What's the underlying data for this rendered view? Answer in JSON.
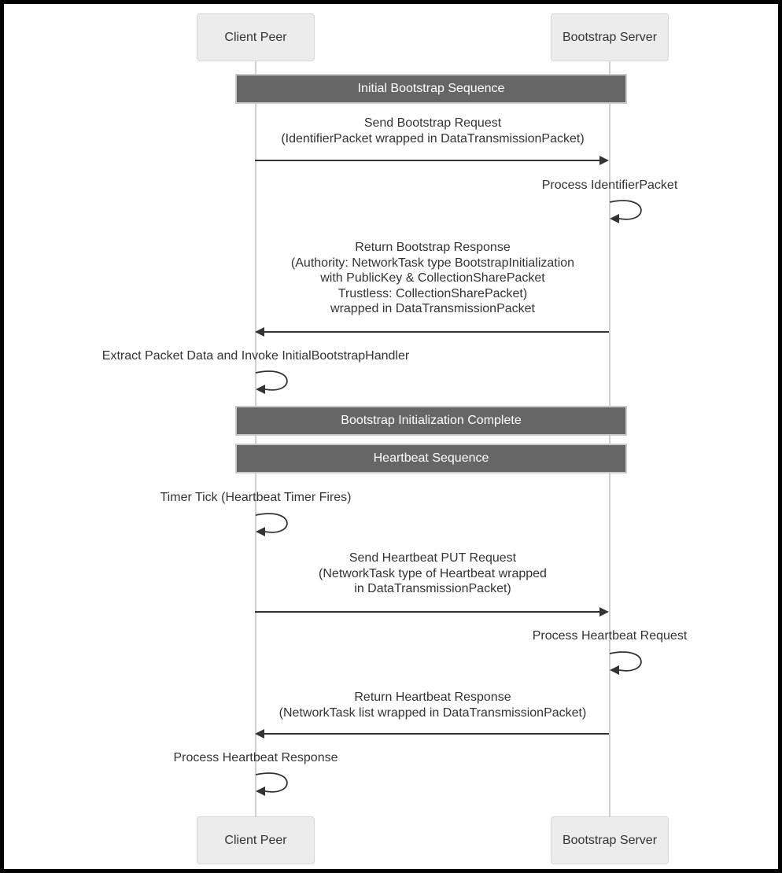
{
  "diagram_type": "sequence-diagram",
  "theme": {
    "background": "#ffffff",
    "frame_color": "#000000",
    "actor_fill": "#ececec",
    "actor_border": "#d7d7d7",
    "section_fill": "#666666",
    "section_border": "#c9c9c9",
    "section_text_color": "#ffffff",
    "lifeline_color": "#d0d0d0",
    "arrow_color": "#333333",
    "text_color": "#333333"
  },
  "actors": {
    "client": {
      "label": "Client Peer"
    },
    "server": {
      "label": "Bootstrap Server"
    }
  },
  "sections": {
    "s1": {
      "label": "Initial Bootstrap Sequence"
    },
    "s2": {
      "label": "Bootstrap Initialization Complete"
    },
    "s3": {
      "label": "Heartbeat Sequence"
    }
  },
  "messages": {
    "m1": {
      "from": "Client Peer",
      "to": "Bootstrap Server",
      "kind": "solid-arrow",
      "text": "Send Bootstrap Request\n(IdentifierPacket wrapped in DataTransmissionPacket)"
    },
    "m2": {
      "actor": "Bootstrap Server",
      "kind": "self-message",
      "text": "Process IdentifierPacket"
    },
    "m3": {
      "from": "Bootstrap Server",
      "to": "Client Peer",
      "kind": "solid-arrow",
      "text": "Return Bootstrap Response\n(Authority: NetworkTask type BootstrapInitialization\nwith PublicKey & CollectionSharePacket\nTrustless: CollectionSharePacket)\nwrapped in DataTransmissionPacket"
    },
    "m4": {
      "actor": "Client Peer",
      "kind": "self-message",
      "text": "Extract Packet Data and Invoke InitialBootstrapHandler"
    },
    "m5": {
      "actor": "Client Peer",
      "kind": "self-message",
      "text": "Timer Tick (Heartbeat Timer Fires)"
    },
    "m6": {
      "from": "Client Peer",
      "to": "Bootstrap Server",
      "kind": "solid-arrow",
      "text": "Send Heartbeat PUT Request\n(NetworkTask type of Heartbeat wrapped\nin DataTransmissionPacket)"
    },
    "m7": {
      "actor": "Bootstrap Server",
      "kind": "self-message",
      "text": "Process Heartbeat Request"
    },
    "m8": {
      "from": "Bootstrap Server",
      "to": "Client Peer",
      "kind": "solid-arrow",
      "text": "Return Heartbeat Response\n(NetworkTask list wrapped in DataTransmissionPacket)"
    },
    "m9": {
      "actor": "Client Peer",
      "kind": "self-message",
      "text": "Process Heartbeat Response"
    }
  }
}
